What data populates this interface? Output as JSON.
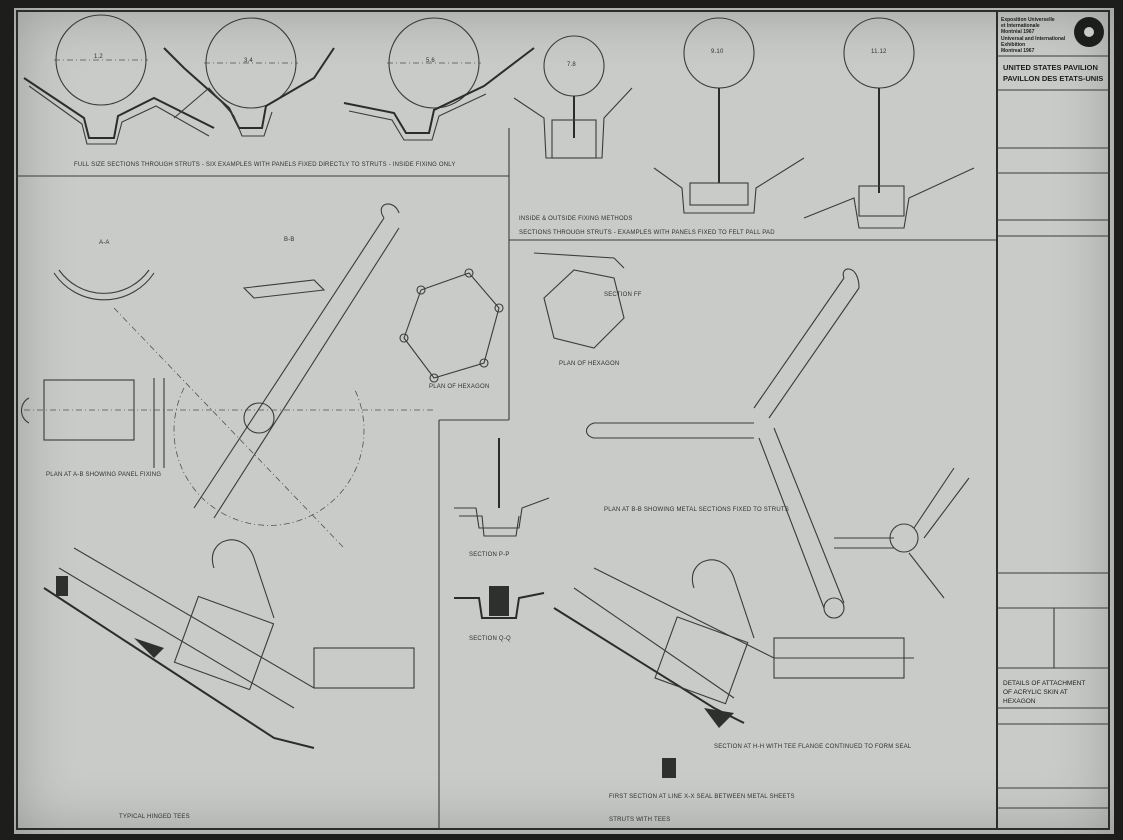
{
  "title_block": {
    "expo_line1": "Exposition Universelle",
    "expo_line2": "et Internationale",
    "expo_line3": "Montréal 1967",
    "expo_line4": "Universal and International",
    "expo_line5": "Exhibition",
    "expo_line6": "Montreal 1967",
    "pavilion_en": "UNITED STATES PAVILION",
    "pavilion_fr": "PAVILLON DES ETATS-UNIS",
    "drawing_title_1": "DETAILS OF ATTACHMENT",
    "drawing_title_2": "OF ACRYLIC SKIN AT",
    "drawing_title_3": "HEXAGON"
  },
  "labels": {
    "full_size_sections": "FULL SIZE SECTIONS THROUGH STRUTS - SIX EXAMPLES WITH PANELS FIXED DIRECTLY TO STRUTS - INSIDE FIXING ONLY",
    "inside_outside": "INSIDE & OUTSIDE FIXING METHODS",
    "sections_struts": "SECTIONS THROUGH STRUTS - EXAMPLES WITH PANELS FIXED TO FELT PALL PAD",
    "section_pp": "SECTION P-P",
    "section_qq": "SECTION Q-Q",
    "section_ff": "SECTION FF",
    "plan_hexagon_1": "PLAN OF HEXAGON",
    "plan_hexagon_2": "PLAN OF HEXAGON",
    "section_aa": "A-A",
    "section_bb": "B-B",
    "plan_ab": "PLAN AT A-B SHOWING PANEL FIXING",
    "plan_bb": "PLAN AT B-B SHOWING METAL SECTIONS FIXED TO STRUTS",
    "section_hh": "SECTION AT H-H WITH TEE FLANGE CONTINUED TO FORM SEAL",
    "first_section": "FIRST SECTION AT LINE X-X SEAL BETWEEN METAL SHEETS",
    "bottom_left": "TYPICAL HINGED TEES",
    "bottom_mid": "STRUTS WITH TEES",
    "circle_labels": [
      "1.2",
      "3.4",
      "5.6",
      "7.8",
      "9.10",
      "11.12"
    ]
  }
}
